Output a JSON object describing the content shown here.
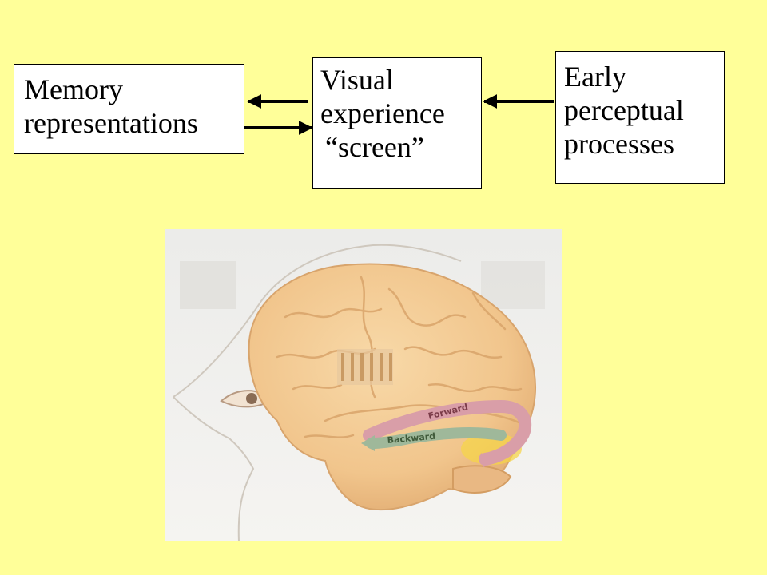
{
  "boxes": {
    "memory": {
      "lines": [
        "Memory",
        "representations"
      ]
    },
    "visual": {
      "lines": [
        "Visual",
        "experience",
        "“screen”"
      ]
    },
    "early": {
      "lines": [
        "Early",
        "perceptual",
        "processes"
      ]
    }
  },
  "figure": {
    "forward_label": "Forward",
    "backward_label": "Backward"
  },
  "colors": {
    "background": "#ffff99",
    "box_fill": "#ffffff",
    "brain": "#f3c98f",
    "forward_arrow": "#d9a0a8",
    "backward_arrow": "#9fb89a"
  }
}
